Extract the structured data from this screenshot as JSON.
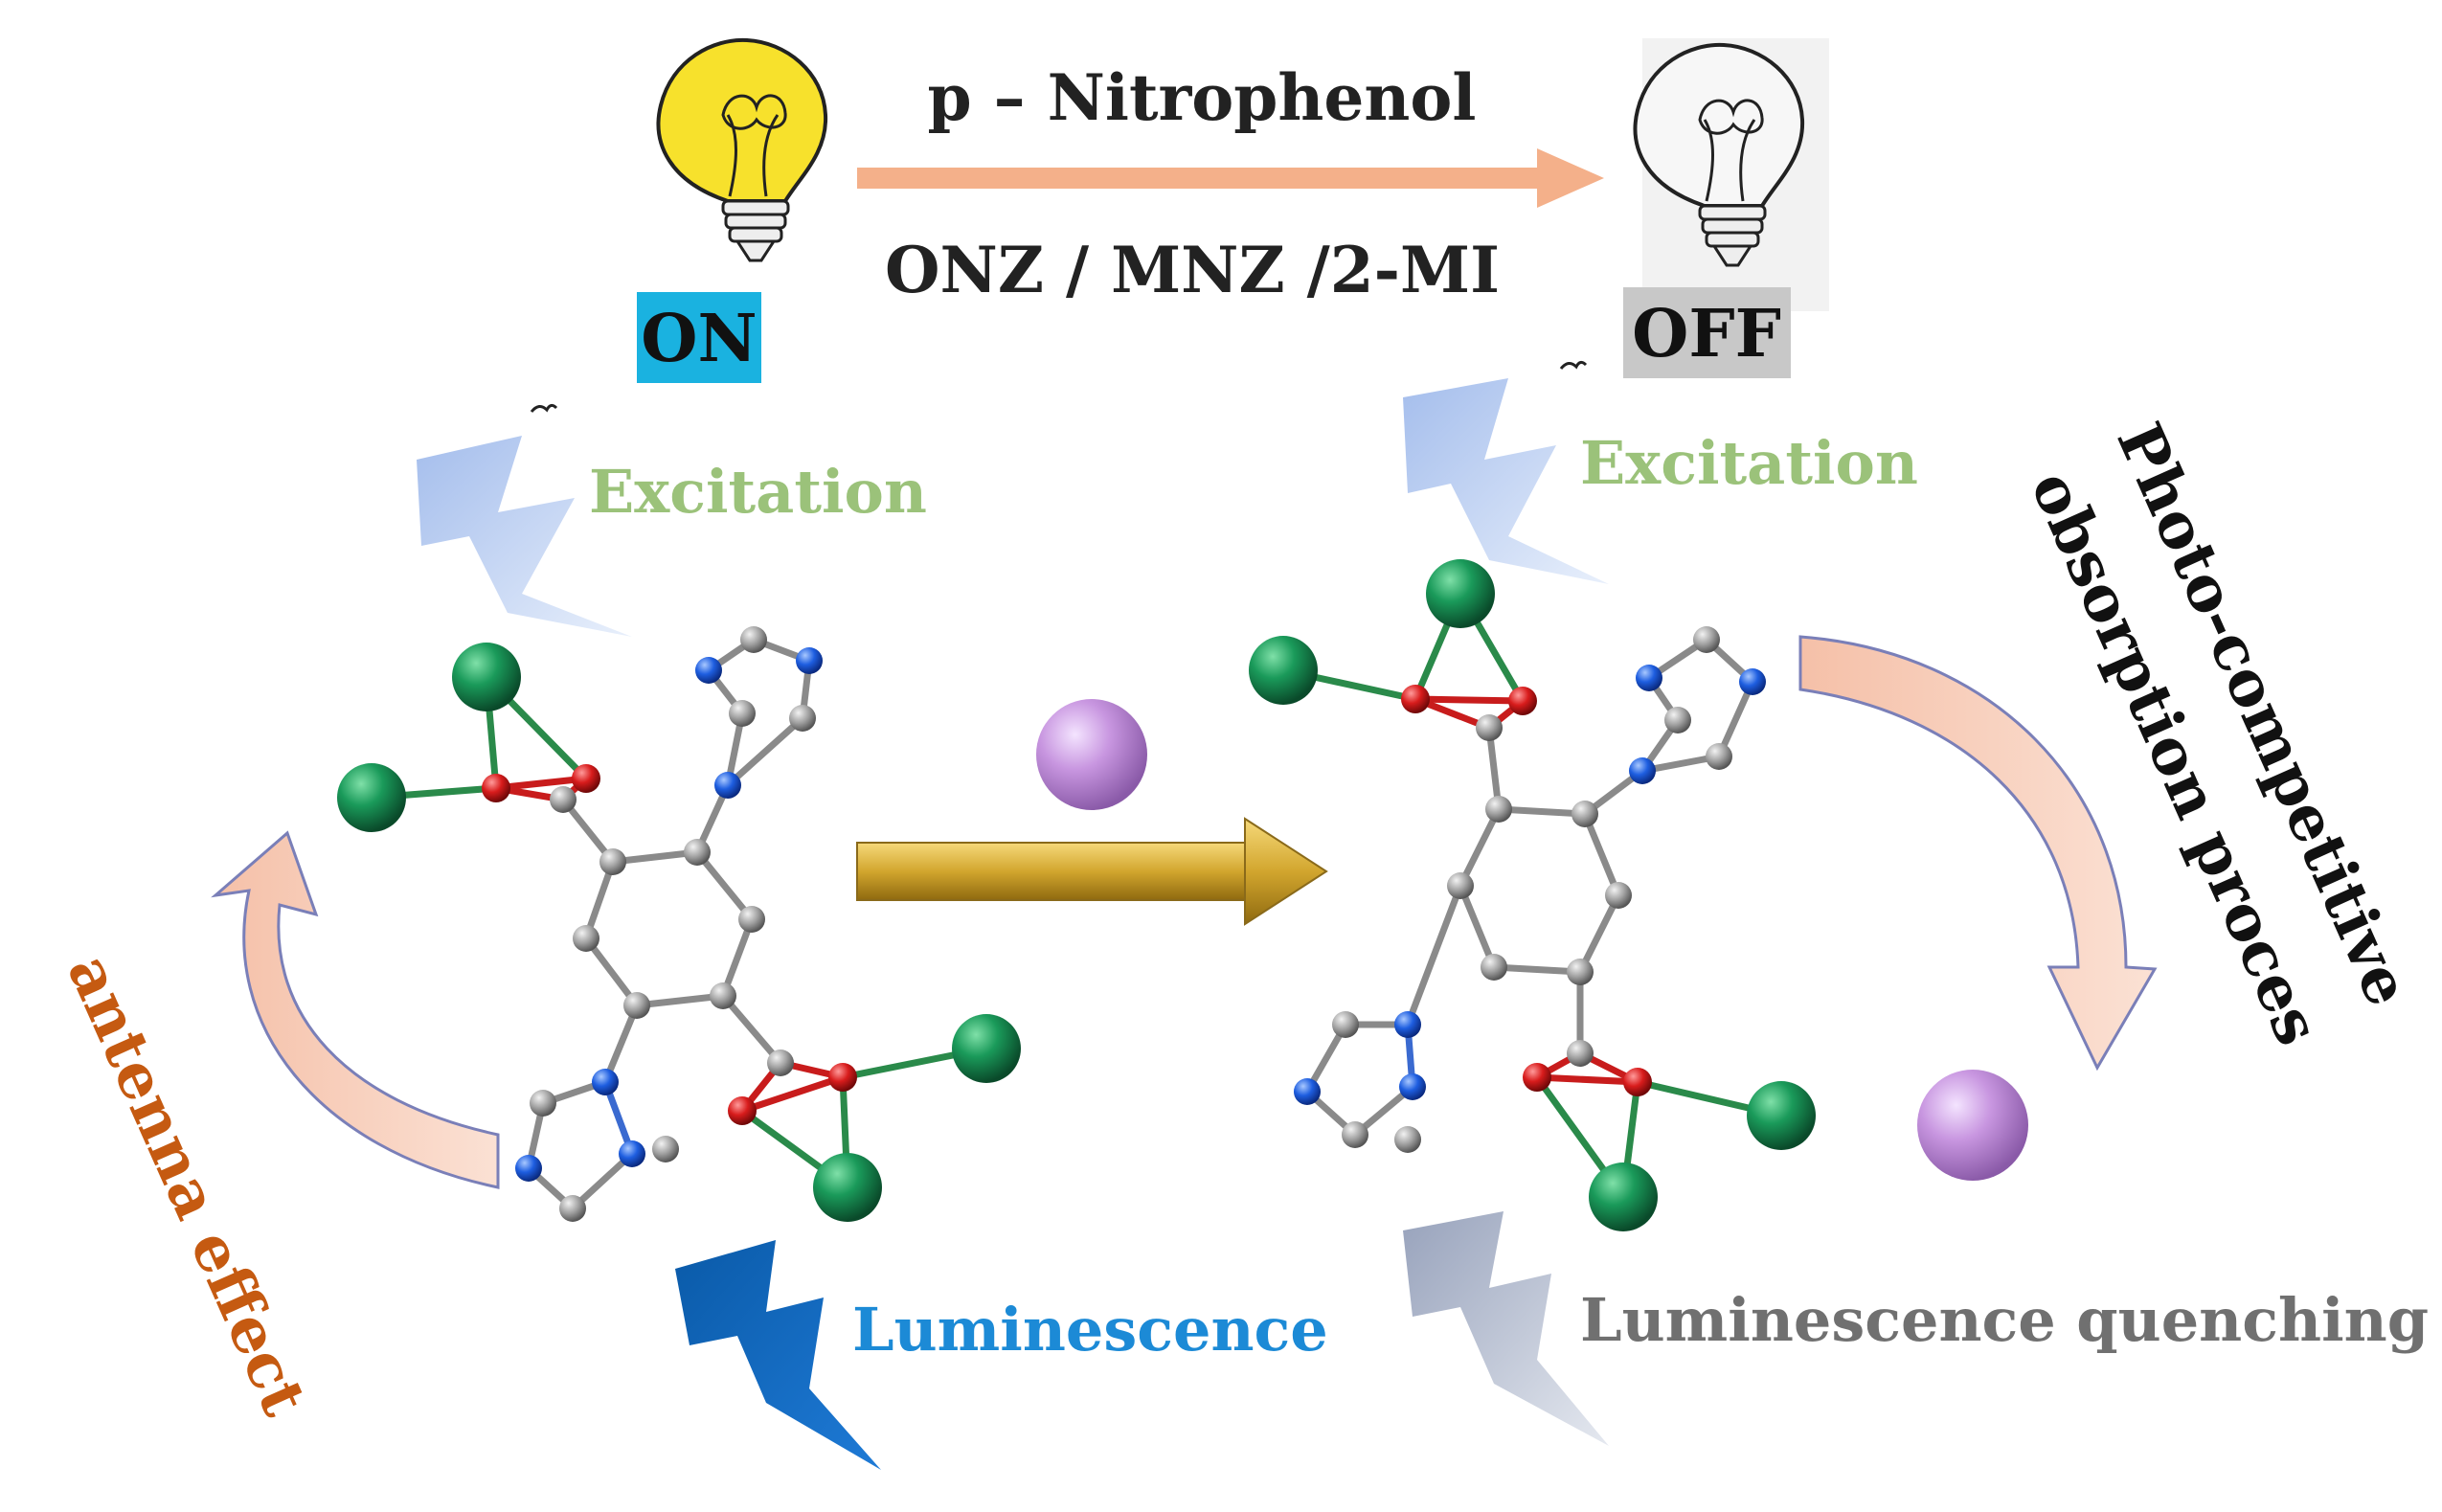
{
  "top": {
    "analyte_label": "p – Nitrophenol",
    "interferents_label": "ONZ / MNZ /2-MI",
    "on_label": "ON",
    "off_label": "OFF"
  },
  "labels": {
    "excitation_left": "Excitation",
    "excitation_right": "Excitation",
    "luminescence": "Luminescence",
    "luminescence_quenching": "Luminescence quenching",
    "antenna_effect": "antenna effect",
    "photo_competitive_line1": "Photo-competitive",
    "photo_competitive_line2": "obsorption proces"
  },
  "colors": {
    "on_badge": "#1ab2e0",
    "off_badge": "#c8c8c8",
    "top_arrow": "#f4b08a",
    "center_arrow": "#c9a02a",
    "excitation_text": "#9bc27a",
    "luminescence_text": "#1c8ad6",
    "quenching_text": "#707070",
    "antenna_text": "#c55a11",
    "metal_atom": "#138a52",
    "oxygen_atom": "#d62020",
    "nitrogen_atom": "#1e64dc",
    "carbon_atom": "#9a9a9a",
    "analyte_sphere": "#c896e0"
  },
  "icons": [
    "lightbulb-on-icon",
    "lightbulb-off-icon",
    "lightning-icon",
    "curved-arrow-icon",
    "molecule-icon"
  ]
}
